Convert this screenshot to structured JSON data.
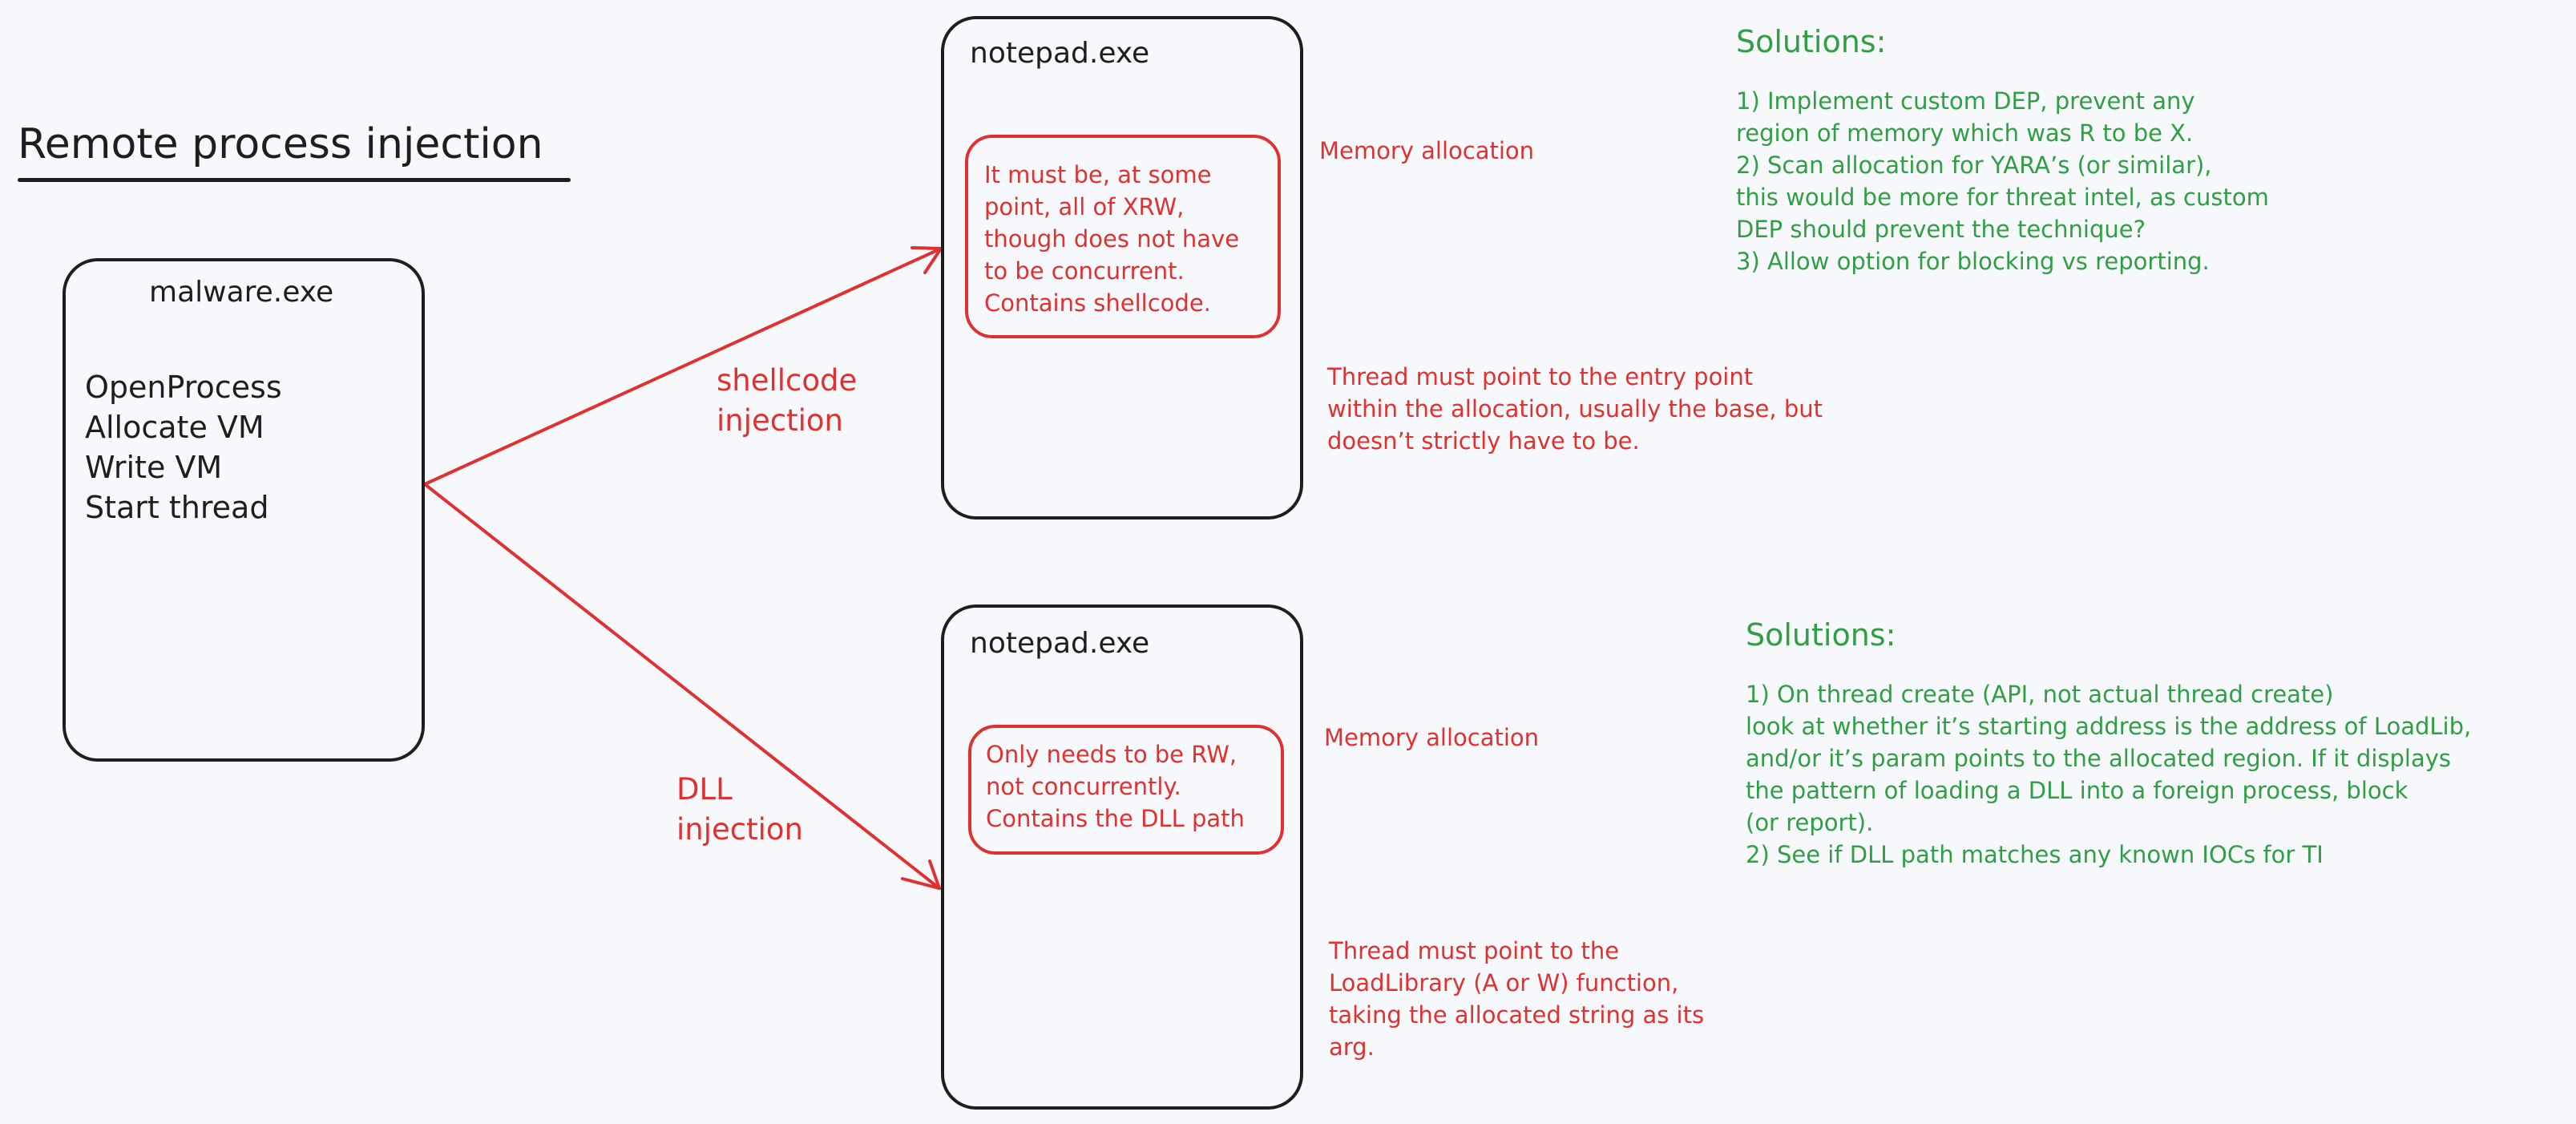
{
  "title": "Remote process injection",
  "malware": {
    "name": "malware.exe",
    "steps": "OpenProcess\nAllocate VM\nWrite VM\nStart thread"
  },
  "arrows": {
    "shellcode": "shellcode\ninjection",
    "dll": "DLL\ninjection"
  },
  "shellcode_target": {
    "name": "notepad.exe",
    "region_text": "It must be, at some\npoint, all of XRW,\nthough does not have\nto be concurrent.\nContains shellcode.",
    "memory_label": "Memory allocation",
    "thread_note": "Thread must point to the entry point\nwithin the allocation, usually the base, but\ndoesn’t strictly have to be."
  },
  "dll_target": {
    "name": "notepad.exe",
    "region_text": "Only needs to be RW,\nnot concurrently.\nContains the DLL path",
    "memory_label": "Memory allocation",
    "thread_note": "Thread must point to the\nLoadLibrary (A or W) function,\ntaking the allocated string as its\narg."
  },
  "solutions_shellcode": {
    "heading": "Solutions:",
    "body": "1) Implement custom DEP, prevent any\nregion of memory which was R to be X.\n2) Scan allocation for YARA’s (or similar),\nthis would be more for threat intel, as custom\nDEP should prevent the technique?\n3) Allow option for blocking vs reporting."
  },
  "solutions_dll": {
    "heading": "Solutions:",
    "body": "1) On thread create (API, not actual thread create)\nlook at whether it’s starting address is the address of LoadLib,\nand/or it’s param points to the allocated region. If it displays\nthe pattern of loading a DLL into a foreign process, block\n(or report).\n2) See if DLL path matches any known IOCs for TI"
  },
  "colors": {
    "background": "#f7f8fb",
    "stroke": "#1e1e1e",
    "red": "#e03131",
    "green": "#2f9e44"
  }
}
